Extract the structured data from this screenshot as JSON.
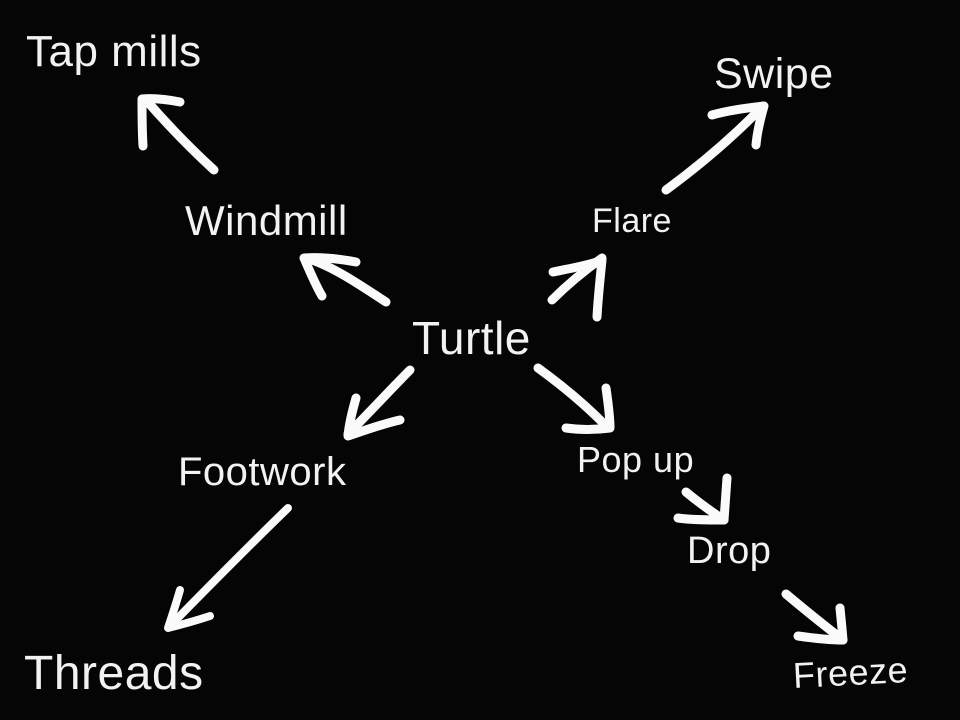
{
  "diagram": {
    "type": "mind-map",
    "background": "#050505",
    "foreground": "#f2f2f2",
    "center": "Turtle",
    "nodes": {
      "turtle": "Turtle",
      "windmill": "Windmill",
      "tap_mills": "Tap mills",
      "flare": "Flare",
      "swipe": "Swipe",
      "footwork": "Footwork",
      "threads": "Threads",
      "pop_up": "Pop up",
      "drop": "Drop",
      "freeze": "Freeze"
    },
    "edges": [
      {
        "from": "Turtle",
        "to": "Windmill"
      },
      {
        "from": "Windmill",
        "to": "Tap mills"
      },
      {
        "from": "Turtle",
        "to": "Flare"
      },
      {
        "from": "Flare",
        "to": "Swipe"
      },
      {
        "from": "Turtle",
        "to": "Footwork"
      },
      {
        "from": "Footwork",
        "to": "Threads"
      },
      {
        "from": "Turtle",
        "to": "Pop up"
      },
      {
        "from": "Pop up",
        "to": "Drop"
      },
      {
        "from": "Drop",
        "to": "Freeze"
      }
    ]
  }
}
